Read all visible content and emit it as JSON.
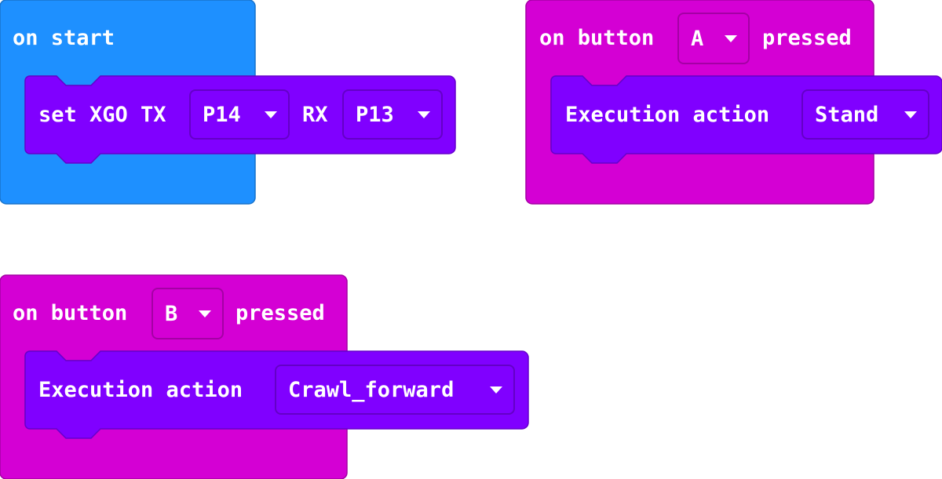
{
  "colors": {
    "on_start": "#1E90FF",
    "button_event": "#D400D4",
    "xgo_block": "#8000FF"
  },
  "on_start": {
    "label": "on start",
    "set_block": {
      "prefix": "set XGO TX",
      "tx_value": "P14",
      "rx_label": "RX",
      "rx_value": "P13"
    }
  },
  "button_a_event": {
    "prefix": "on button",
    "button_value": "A",
    "suffix": "pressed",
    "action_block": {
      "label": "Execution action",
      "action_value": "Stand"
    }
  },
  "button_b_event": {
    "prefix": "on button",
    "button_value": "B",
    "suffix": "pressed",
    "action_block": {
      "label": "Execution action",
      "action_value": "Crawl_forward"
    }
  },
  "icons": {
    "dropdown": "caret-down-icon"
  }
}
